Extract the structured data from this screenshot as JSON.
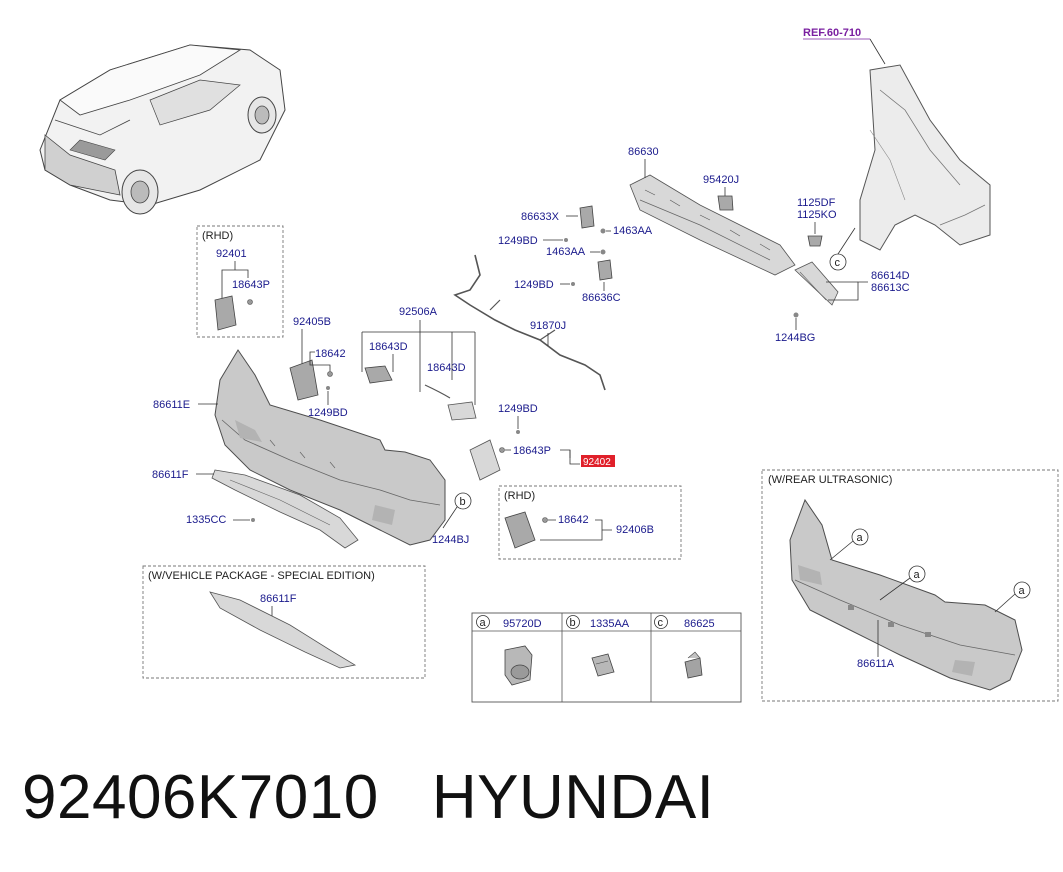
{
  "ref_label": "REF.60-710",
  "callouts": {
    "c86630": "86630",
    "c95420J": "95420J",
    "c86633X": "86633X",
    "c1463AA": "1463AA",
    "c1249BD_a": "1249BD",
    "c1463AA_b": "1463AA",
    "c1125DF": "1125DF",
    "c1125KO": "1125KO",
    "c1249BD_b": "1249BD",
    "c86636C": "86636C",
    "c86614D": "86614D",
    "c86613C": "86613C",
    "c92506A": "92506A",
    "c91870J": "91870J",
    "c1244BG": "1244BG",
    "c92405B": "92405B",
    "c18642": "18642",
    "c18643D_a": "18643D",
    "c18643D_b": "18643D",
    "c86611E": "86611E",
    "c1249BD_c": "1249BD",
    "c1249BD_d": "1249BD",
    "c18643P_b": "18643P",
    "c92402": "92402",
    "c86611F": "86611F",
    "c1335CC": "1335CC",
    "c1244BJ": "1244BJ",
    "c92401": "92401",
    "c18643P_a": "18643P",
    "c18642_b": "18642",
    "c92406B": "92406B",
    "c86611F_b": "86611F",
    "c86611A": "86611A"
  },
  "boxes": {
    "rhd_top": "(RHD)",
    "rhd_bottom": "(RHD)",
    "vehicle_package": "(W/VEHICLE PACKAGE - SPECIAL EDITION)",
    "rear_ultrasonic": "(W/REAR ULTRASONIC)"
  },
  "circle_letters": {
    "a": "a",
    "b": "b",
    "c": "c"
  },
  "legend": [
    {
      "letter": "a",
      "part": "95720D"
    },
    {
      "letter": "b",
      "part": "1335AA"
    },
    {
      "letter": "c",
      "part": "86625"
    }
  ],
  "caption": {
    "part_number": "92406K7010",
    "brand": "HYUNDAI"
  },
  "colors": {
    "label": "#1a1a8c",
    "ref": "#7a1fa0",
    "highlight": "#e0202a"
  }
}
